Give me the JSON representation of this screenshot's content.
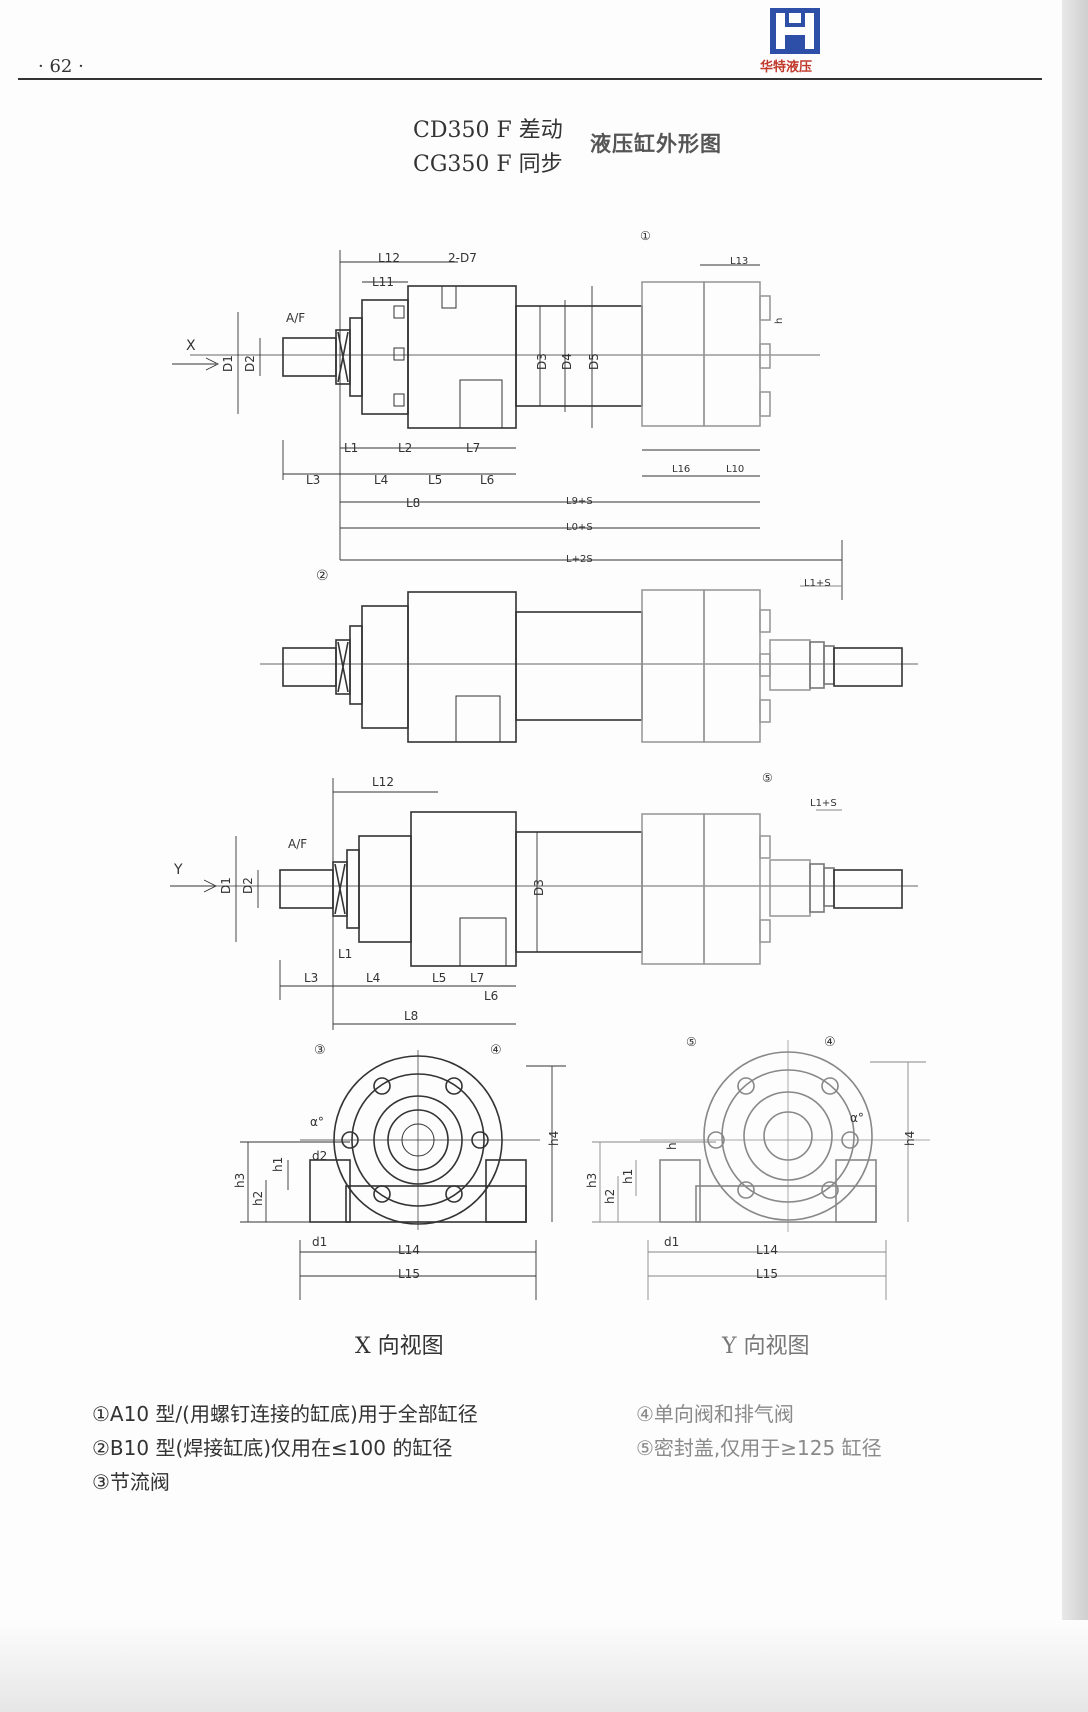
{
  "header": {
    "page_number": "· 62 ·",
    "logo_text": "华特液压"
  },
  "title": {
    "line1": "CD350  F 差动",
    "line2": "CG350  F 同步",
    "main": "液压缸外形图"
  },
  "dims": {
    "L12": "L12",
    "L11": "L11",
    "D7": "2-D7",
    "AF": "A/F",
    "X": "X",
    "Y": "Y",
    "D1": "D1",
    "D2": "D2",
    "D3": "D3",
    "D4": "D4",
    "D5": "D5",
    "L1": "L1",
    "L2": "L2",
    "L3": "L3",
    "L4": "L4",
    "L5": "L5",
    "L6": "L6",
    "L7": "L7",
    "L8": "L8",
    "L9S": "L9+S",
    "L0S": "L0+S",
    "L2S": "L+2S",
    "L1S": "L1+S",
    "L13": "L13",
    "L10": "L10",
    "L16": "L16",
    "h": "h",
    "h1": "h1",
    "h2": "h2",
    "h3": "h3",
    "h4": "h4",
    "d1": "d1",
    "d2": "d2",
    "L14": "L14",
    "L15": "L15",
    "alpha": "α°",
    "c1": "①",
    "c2": "②",
    "c3": "③",
    "c4": "④",
    "c5": "⑤"
  },
  "views": {
    "x_view": "X 向视图",
    "y_view": "Y 向视图"
  },
  "notes": [
    "①A10 型/(用螺钉连接的缸底)用于全部缸径",
    "②B10 型(焊接缸底)仅用在≤100 的缸径",
    "③节流阀",
    "④单向阀和排气阀",
    "⑤密封盖,仅用于≥125 缸径"
  ]
}
